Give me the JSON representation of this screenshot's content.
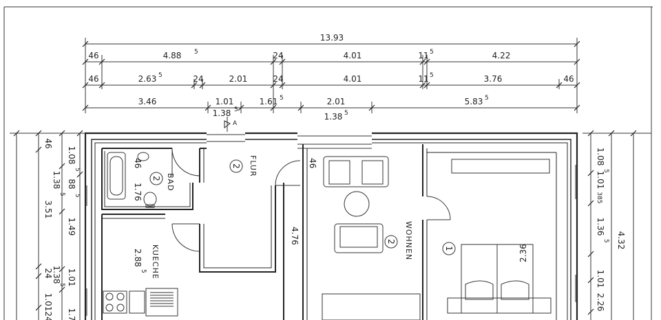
{
  "dimensions": {
    "row1": [
      "13.93"
    ],
    "row2": [
      {
        "v": "46"
      },
      {
        "v": "4.88",
        "s": "5"
      },
      {
        "v": "24"
      },
      {
        "v": "4.01"
      },
      {
        "v": "11",
        "s": "5"
      },
      {
        "v": "4.22"
      }
    ],
    "row3": [
      {
        "v": "46"
      },
      {
        "v": "2.63",
        "s": "5"
      },
      {
        "v": "24"
      },
      {
        "v": "2.01"
      },
      {
        "v": "24"
      },
      {
        "v": "4.01"
      },
      {
        "v": "11",
        "s": "5"
      },
      {
        "v": "3.76"
      },
      {
        "v": "46"
      }
    ],
    "row4": [
      {
        "v": "3.46"
      },
      {
        "v": "1.01"
      },
      {
        "v": "1.61",
        "s": "5"
      },
      {
        "v": "2.01"
      },
      {
        "v": "5.83",
        "s": "5"
      }
    ],
    "row4_below": [
      {
        "v": "1.38",
        "s": "5"
      },
      {
        "v": "1.38",
        "s": "5"
      }
    ],
    "left": [
      "46",
      "1.08",
      "5",
      "88",
      "5",
      "1.38",
      "5",
      "3.51",
      "1.49",
      "1.01",
      "1.38",
      "5",
      "24",
      "1.01",
      "24",
      "1.7"
    ],
    "right": [
      "1.08",
      "5",
      "1.01",
      "385",
      "1.36",
      "5",
      "4.32",
      "1.01",
      "2.26"
    ]
  },
  "rooms": {
    "bad": {
      "name": "BAD",
      "number": "2",
      "dim_a": "46",
      "dim_b": "1.76"
    },
    "flur": {
      "name": "FLUR",
      "number": "2",
      "dim": "46"
    },
    "kueche": {
      "name": "KUECHE",
      "dim": "2.88",
      "dim_sup": "5"
    },
    "wohnen": {
      "name": "WOHNEN",
      "number": "2",
      "dim": "4.76"
    },
    "schlafen": {
      "number": "1",
      "note": "2.36"
    }
  },
  "markers": {
    "section": "A"
  }
}
